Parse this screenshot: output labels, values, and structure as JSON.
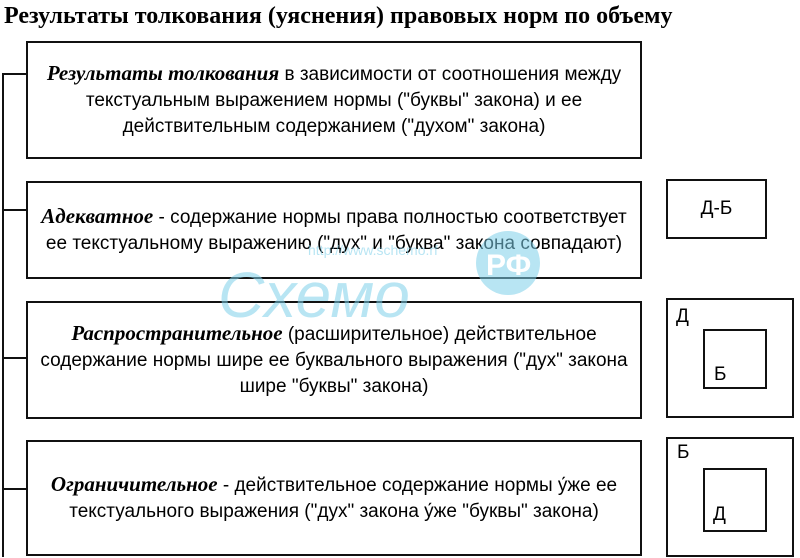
{
  "title": "Результаты толкования (уяснения) правовых норм по объему",
  "boxes": [
    {
      "lead": "Результаты толкования",
      "rest": " в зависимости от соотношения между текстуальным выражением нормы (\"буквы\" закона) и ее действительным содержанием (\"духом\" закона)"
    },
    {
      "lead": "Адекватное",
      "rest": " - содержание нормы права полностью соответствует ее текстуальному выражению (\"дух\" и \"буква\" закона совпадают)"
    },
    {
      "lead": "Распространительное",
      "rest": " (расширительное) действительное содержание нормы шире ее буквального выражения (\"дух\" закона шире \"буквы\" закона)"
    },
    {
      "lead": "Ограничительное",
      "rest": "  - действительное содержание нормы у́же ее текстуального выражения (\"дух\" закона у́же \"буквы\" закона)"
    }
  ],
  "schemes": {
    "adequate": "Д-Б",
    "extensive_outer": "Д",
    "extensive_inner": "Б",
    "restrictive_outer": "Б",
    "restrictive_inner": "Д"
  },
  "watermark": {
    "url": "http://www.schemo.rf",
    "brand": "Схемо",
    "badge": "РФ",
    "color": "#7fd0ea"
  }
}
